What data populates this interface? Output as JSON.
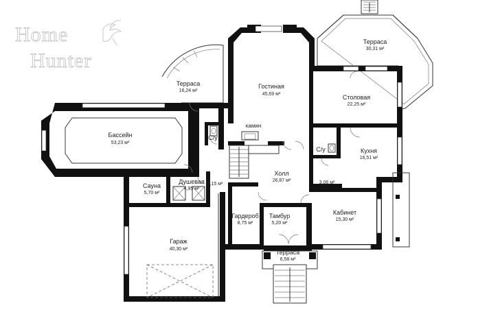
{
  "logo": {
    "line1": "Home",
    "line2": "Hunter"
  },
  "rooms": {
    "terrace_top": {
      "name": "Терраса",
      "area": "30,31 м²"
    },
    "terrace_left": {
      "name": "Терраса",
      "area": "16,24 м²"
    },
    "living": {
      "name": "Гостиная",
      "area": "45,69 м²"
    },
    "dining": {
      "name": "Столовая",
      "area": "22,25 м²"
    },
    "pool": {
      "name": "Бассейн",
      "area": "53,23 м²"
    },
    "wc1": {
      "name": "С/у"
    },
    "fireplace": {
      "name": "камин"
    },
    "wc2": {
      "name": "С/у"
    },
    "kitchen": {
      "name": "Кухня",
      "area": "16,51 м²"
    },
    "hall": {
      "name": "Холл",
      "area": "26,87 м²"
    },
    "pantry": {
      "area": "3,06 м²"
    },
    "sauna": {
      "name": "Сауна",
      "area": "5,70 м²"
    },
    "shower": {
      "name": "Душевая",
      "area": "4,95 м²"
    },
    "corridor": {
      "area": "2,15 м²"
    },
    "wardrobe": {
      "name": "Гардероб",
      "area": "8,75 м²"
    },
    "vestibule": {
      "name": "Тамбур",
      "area": "5,20 м²"
    },
    "study": {
      "name": "Кабинет",
      "area": "15,30 м²"
    },
    "garage": {
      "name": "Гараж",
      "area": "40,30 м²"
    },
    "terrace_front": {
      "name": "Терраса",
      "area": "6,58 м²"
    }
  }
}
